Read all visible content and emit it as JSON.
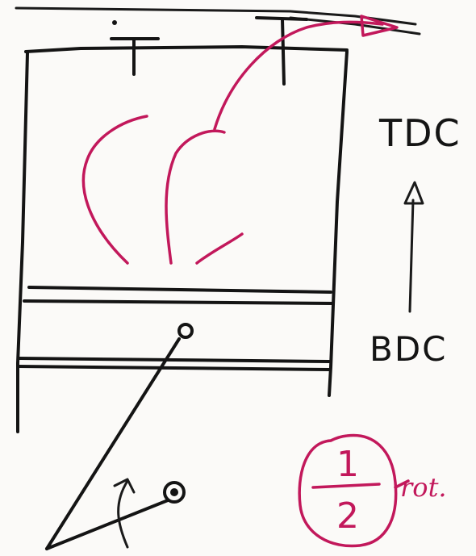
{
  "labels": {
    "tdc": "TDC",
    "tdc_subscript": "",
    "bdc": "BDC",
    "fraction_numerator": "1",
    "fraction_denominator": "2",
    "rot": "rot."
  },
  "colors": {
    "ink": "#141414",
    "accent": "#c2185b",
    "paper": "#fbfaf8"
  }
}
